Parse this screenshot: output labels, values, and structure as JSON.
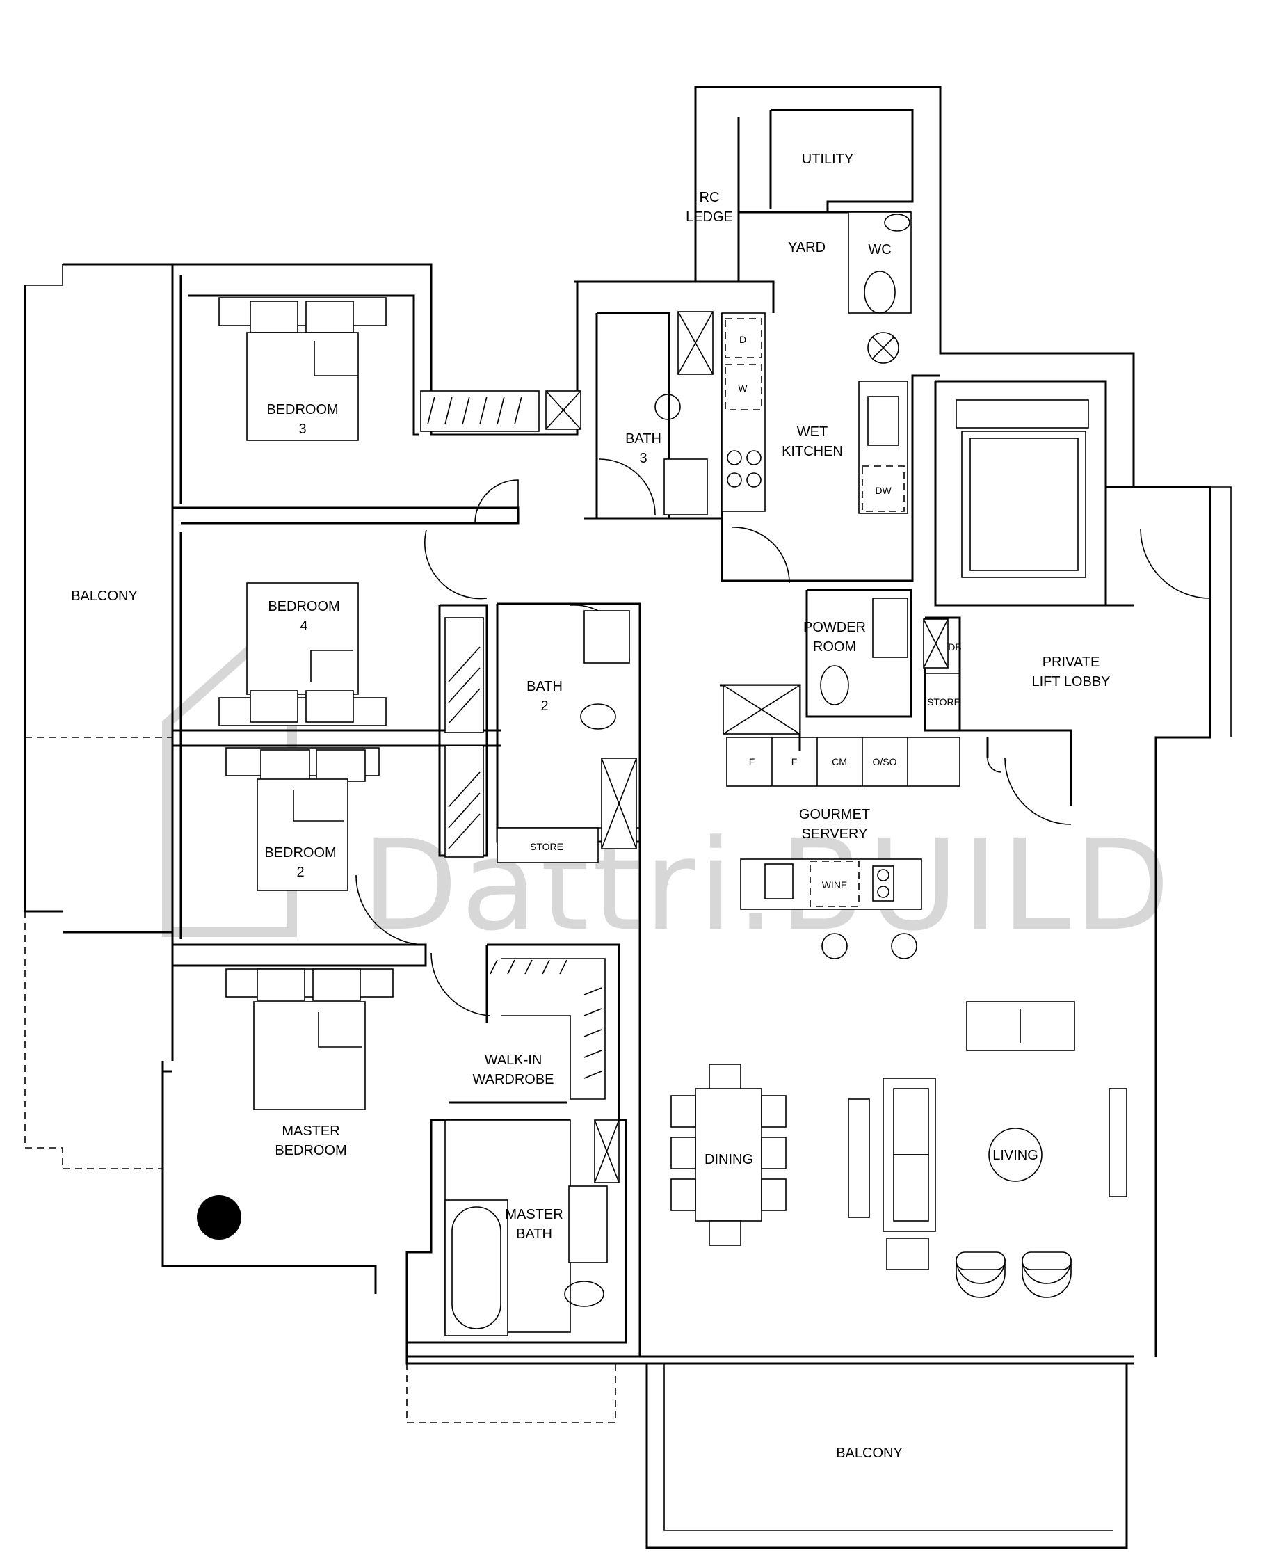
{
  "watermark": "Dattri.BUILD",
  "rooms": {
    "utility": "UTILITY",
    "rc_ledge_1": "RC",
    "rc_ledge_2": "LEDGE",
    "yard": "YARD",
    "wc": "WC",
    "bedroom3_1": "BEDROOM",
    "bedroom3_2": "3",
    "bath3_1": "BATH",
    "bath3_2": "3",
    "wet_kitchen_1": "WET",
    "wet_kitchen_2": "KITCHEN",
    "balcony_west": "BALCONY",
    "bedroom4_1": "BEDROOM",
    "bedroom4_2": "4",
    "bath2_1": "BATH",
    "bath2_2": "2",
    "powder_1": "POWDER",
    "powder_2": "ROOM",
    "private_lift_1": "PRIVATE",
    "private_lift_2": "LIFT LOBBY",
    "store_lift": "STORE",
    "db": "DB",
    "bedroom2_1": "BEDROOM",
    "bedroom2_2": "2",
    "store_bath2": "STORE",
    "gourmet_1": "GOURMET",
    "gourmet_2": "SERVERY",
    "walkin_1": "WALK-IN",
    "walkin_2": "WARDROBE",
    "master_bedroom_1": "MASTER",
    "master_bedroom_2": "BEDROOM",
    "master_bath_1": "MASTER",
    "master_bath_2": "BATH",
    "dining": "DINING",
    "living": "LIVING",
    "balcony_south": "BALCONY"
  },
  "fixtures": {
    "dryer": "D",
    "washer": "W",
    "dishwasher": "DW",
    "wine": "WINE",
    "appliances": [
      "F",
      "F",
      "CM",
      "O/SO"
    ]
  },
  "colors": {
    "line": "#000000",
    "watermark": "#d7d7d7",
    "background": "#ffffff"
  }
}
